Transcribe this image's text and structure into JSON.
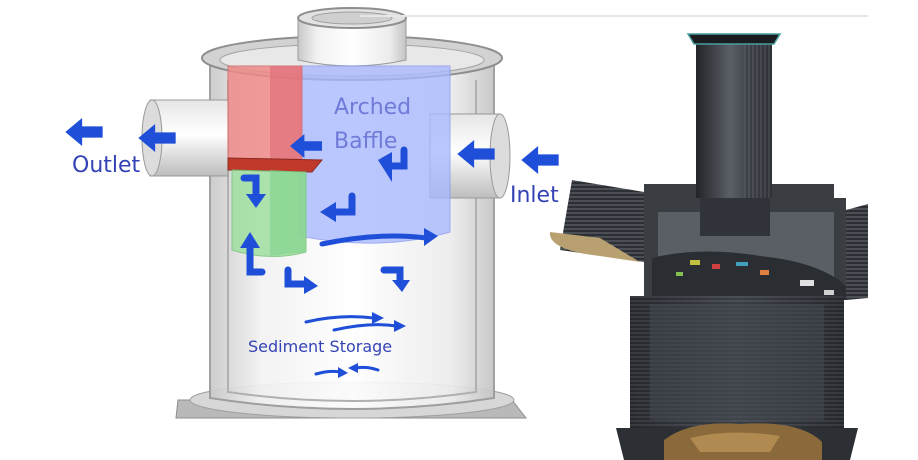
{
  "labels": {
    "outlet": "Outlet",
    "inlet": "Inlet",
    "arched_baffle_line1": "Arched",
    "arched_baffle_line2": "Baffle",
    "sediment_storage": "Sediment Storage"
  },
  "colors": {
    "arrow": "#1f4fd8",
    "label_text": "#3343b5",
    "baffle_text": "#6f7bd8",
    "red_chamber": "#f08a8a",
    "green_chamber": "#9fe0a0",
    "blue_chamber": "#a8b8ff",
    "cutaway_dark": "#3a3d42",
    "sediment": "#8a6a3a"
  },
  "icons": {
    "flow_arrow": "arrow-icon",
    "swirl_arrow": "curved-arrow-icon"
  }
}
